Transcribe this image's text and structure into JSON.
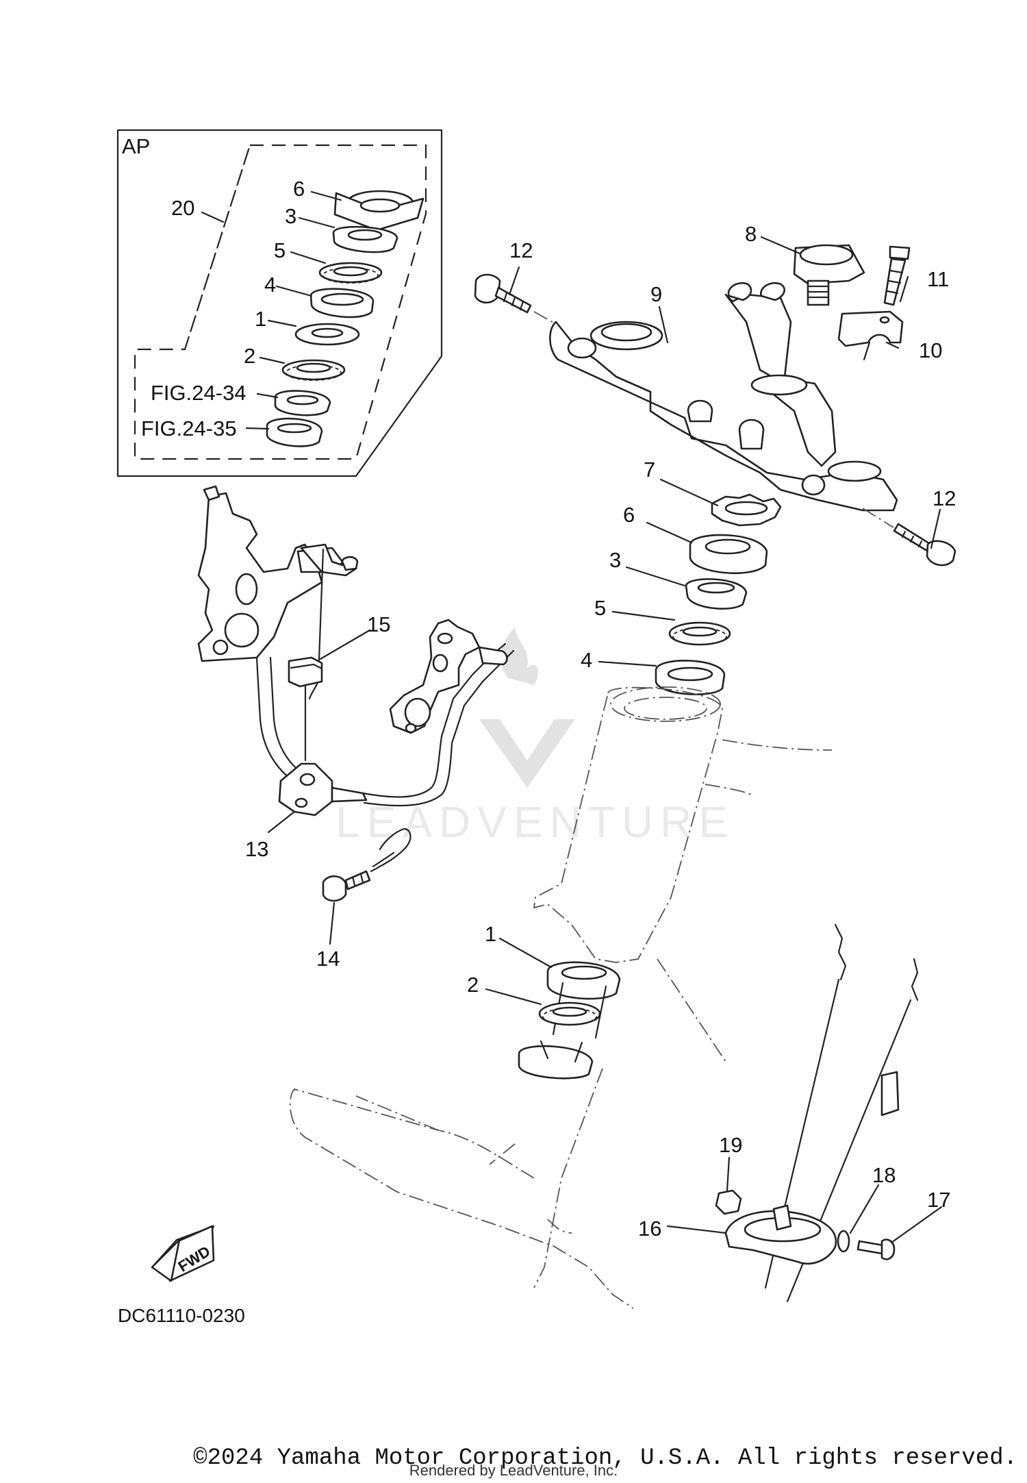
{
  "inset": {
    "title": "AP"
  },
  "callouts": [
    {
      "id": "c20a",
      "text": "20"
    },
    {
      "id": "c6a",
      "text": "6"
    },
    {
      "id": "c3a",
      "text": "3"
    },
    {
      "id": "c5a",
      "text": "5"
    },
    {
      "id": "c4a",
      "text": "4"
    },
    {
      "id": "c1a",
      "text": "1"
    },
    {
      "id": "c2a",
      "text": "2"
    },
    {
      "id": "cfig34",
      "text": "FIG.24-34"
    },
    {
      "id": "cfig35",
      "text": "FIG.24-35"
    },
    {
      "id": "c8",
      "text": "8"
    },
    {
      "id": "c11",
      "text": "11"
    },
    {
      "id": "c12a",
      "text": "12"
    },
    {
      "id": "c9",
      "text": "9"
    },
    {
      "id": "c10",
      "text": "10"
    },
    {
      "id": "c7",
      "text": "7"
    },
    {
      "id": "c12b",
      "text": "12"
    },
    {
      "id": "c6b",
      "text": "6"
    },
    {
      "id": "c3b",
      "text": "3"
    },
    {
      "id": "c5b",
      "text": "5"
    },
    {
      "id": "c4b",
      "text": "4"
    },
    {
      "id": "c15",
      "text": "15"
    },
    {
      "id": "c13",
      "text": "13"
    },
    {
      "id": "c14",
      "text": "14"
    },
    {
      "id": "c1b",
      "text": "1"
    },
    {
      "id": "c2b",
      "text": "2"
    },
    {
      "id": "c19",
      "text": "19"
    },
    {
      "id": "c18",
      "text": "18"
    },
    {
      "id": "c17",
      "text": "17"
    },
    {
      "id": "c16",
      "text": "16"
    }
  ],
  "fwd_label": "FWD",
  "diagram_code": "DC61110-0230",
  "watermark": "LEADVENTURE",
  "copyright": "©2024 Yamaha Motor Corporation, U.S.A. All rights reserved.",
  "rendered_by": "Rendered by LeadVenture, Inc."
}
